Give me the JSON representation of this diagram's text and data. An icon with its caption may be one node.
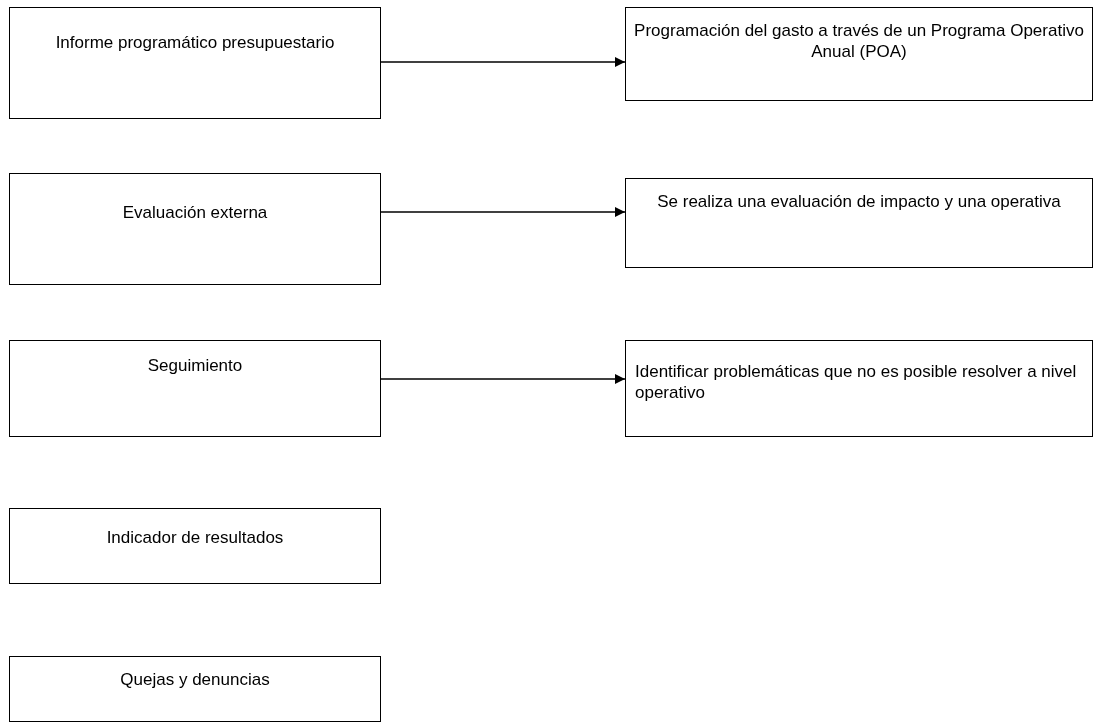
{
  "diagram": {
    "nodes": [
      {
        "text": [
          "Informe programático presupuestario"
        ]
      },
      {
        "text": [
          "Programación del gasto a través de un Programa Operativo Anual (POA)"
        ]
      },
      {
        "text": [
          "Evaluación externa"
        ]
      },
      {
        "text": [
          "Se realiza una evaluación de impacto y una operativa"
        ]
      },
      {
        "text": [
          "Seguimiento"
        ]
      },
      {
        "text": [
          "Identificar problemáticas que no es posible resolver a nivel operativo"
        ]
      },
      {
        "text": [
          "Indicador de resultados"
        ]
      },
      {
        "text": [
          "Quejas y denuncias"
        ]
      }
    ],
    "edges": [
      {
        "from": 0,
        "to": 1,
        "arrow": "to"
      },
      {
        "from": 2,
        "to": 3,
        "arrow": "to"
      },
      {
        "from": 4,
        "to": 5,
        "arrow": "to"
      }
    ]
  }
}
